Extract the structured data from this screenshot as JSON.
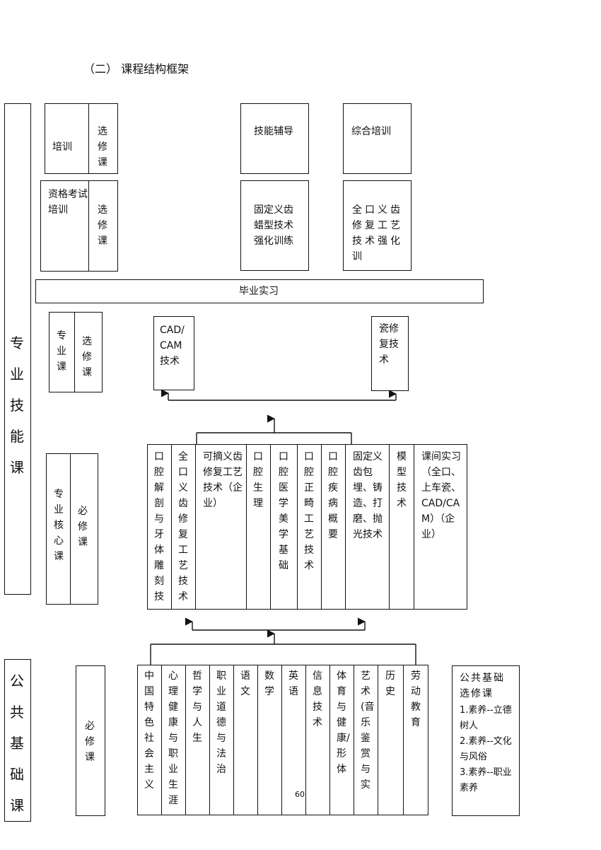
{
  "heading": "（二） 课程结构框架",
  "left_categories": {
    "professional": "专业技能课",
    "public": "公共基础课"
  },
  "top": {
    "training_label": "培训",
    "elective_1": "选修课",
    "qualification_label": "资格考试培训",
    "elective_2": "选修课",
    "skill_guidance": "技能辅导",
    "comprehensive_training": "综合培训",
    "wax_training": "固定义齿蜡型技术强化训练",
    "full_denture_training": "全口义齿修复工艺技术强化训"
  },
  "internship": "毕业实习",
  "specialty": {
    "label": "专业课",
    "elective": "选修课",
    "cad_cam": "CAD/CAM技术",
    "porcelain": "瓷修复技术"
  },
  "core": {
    "label": "专业核心课",
    "required": "必修课",
    "courses": [
      "口腔解剖与牙体雕刻技",
      "全口义齿修复工艺技术",
      "可摘义齿修复工艺技术（企业）",
      "口腔生理",
      "口腔医学美学基础",
      "口腔正畸工艺技术",
      "口腔疾病概要",
      "固定义齿包埋、铸造、打磨、抛光技术",
      "模型技术",
      "课间实习（全口、上车瓷、CAD/CAM）（企业）"
    ]
  },
  "public": {
    "required": "必修课",
    "courses": [
      "中国特色社会主义",
      "心理健康与职业生涯",
      "哲学与人生",
      "职业道德与法治",
      "语文",
      "数学",
      "英语",
      "信息技术",
      "体育与健康/形体",
      "艺术(音乐鉴赏与实",
      "历史",
      "劳动教育"
    ],
    "elective_title": "公共基础选修课",
    "elective_items": [
      "1.素养--立德树人",
      "2.素养--文化与风俗",
      "3.素养--职业素养"
    ]
  },
  "page_number": "60"
}
